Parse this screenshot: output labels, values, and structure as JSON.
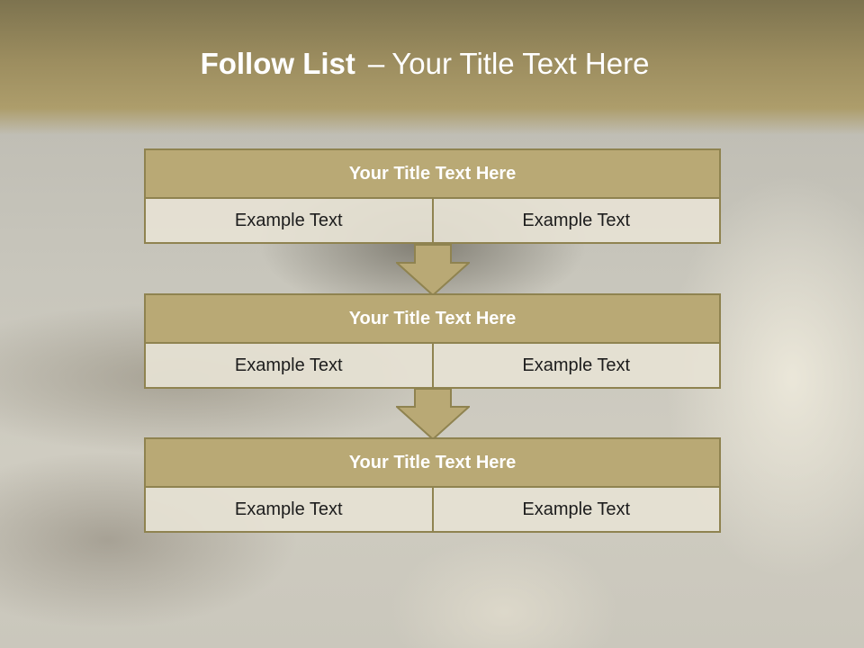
{
  "slide": {
    "title_bold": "Follow List",
    "title_sep": "–",
    "title_rest": "Your Title Text Here"
  },
  "blocks": [
    {
      "title": "Your Title Text Here",
      "left": "Example Text",
      "right": "Example Text"
    },
    {
      "title": "Your Title Text Here",
      "left": "Example Text",
      "right": "Example Text"
    },
    {
      "title": "Your Title Text Here",
      "left": "Example Text",
      "right": "Example Text"
    }
  ],
  "colors": {
    "header": "#9c8d5f",
    "block_title": "#b9a975",
    "border": "#8f8350",
    "cell": "#e6e2d4"
  }
}
